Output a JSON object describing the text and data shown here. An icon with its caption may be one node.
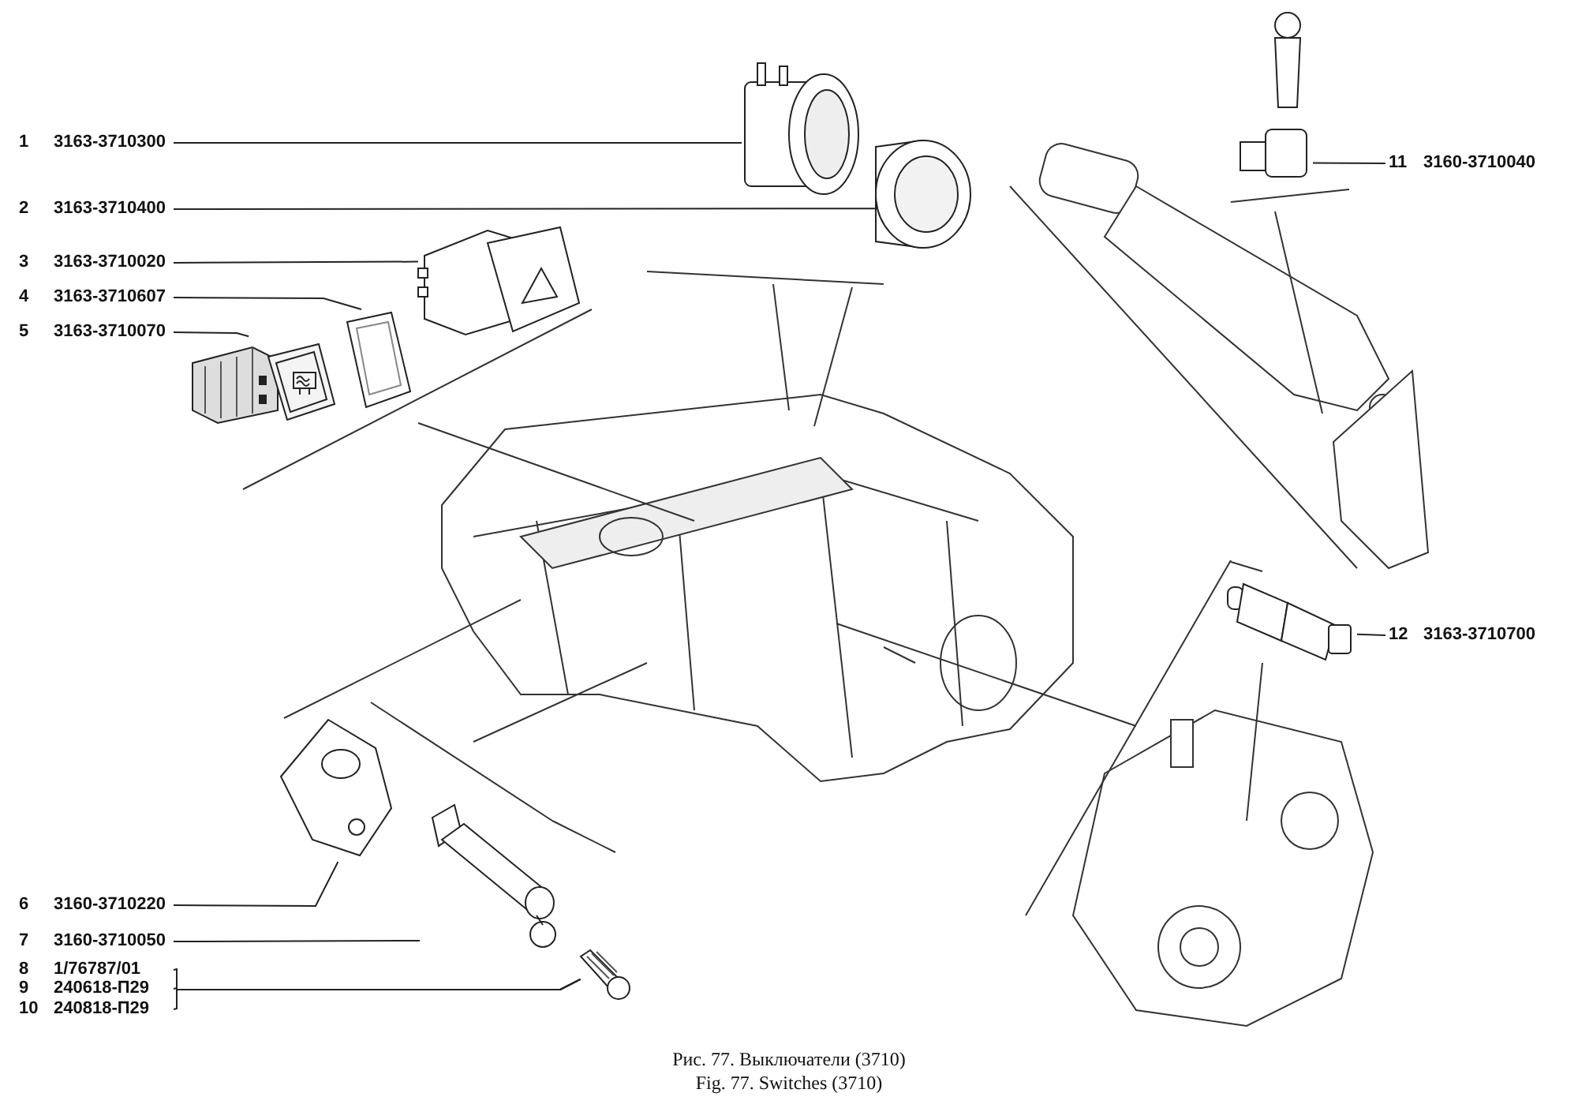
{
  "diagram": {
    "caption": "Рис. 77. Выключатели (3710)",
    "nodes": [
      {
        "text": [
          "1",
          "3163-3710300"
        ]
      },
      {
        "text": [
          "2",
          "3163-3710400"
        ]
      },
      {
        "text": [
          "3",
          "3163-3710020"
        ]
      },
      {
        "text": [
          "4",
          "3163-3710607"
        ]
      },
      {
        "text": [
          "5",
          "3163-3710070"
        ]
      },
      {
        "text": [
          "6",
          "3160-3710220"
        ]
      },
      {
        "text": [
          "7",
          "3160-3710050"
        ]
      },
      {
        "text": [
          "8",
          "1/76787/01"
        ]
      },
      {
        "text": [
          "9",
          "240618-П29"
        ]
      },
      {
        "text": [
          "10",
          "240818-П29"
        ]
      },
      {
        "text": [
          "11",
          "3160-3710040"
        ]
      },
      {
        "text": [
          "12",
          "3163-3710700"
        ]
      },
      {
        "text": [],
        "shape": "picture"
      },
      {
        "text": [],
        "shape": "picture"
      },
      {
        "text": [],
        "shape": "picture"
      },
      {
        "text": [],
        "shape": "picture"
      },
      {
        "text": [],
        "shape": "picture"
      },
      {
        "text": [],
        "shape": "picture"
      },
      {
        "text": [],
        "shape": "picture"
      },
      {
        "text": [],
        "shape": "picture"
      },
      {
        "text": [],
        "shape": "picture"
      },
      {
        "text": [],
        "shape": "picture"
      }
    ],
    "edges": [
      {
        "from": 0,
        "to": 12,
        "arrow": "none"
      },
      {
        "from": 1,
        "to": 13,
        "arrow": "none"
      },
      {
        "from": 2,
        "to": 14,
        "arrow": "none"
      },
      {
        "from": 3,
        "to": 15,
        "arrow": "none"
      },
      {
        "from": 4,
        "to": 16,
        "arrow": "none"
      },
      {
        "from": 5,
        "to": 17,
        "arrow": "none"
      },
      {
        "from": 6,
        "to": 18,
        "arrow": "none"
      },
      {
        "from": 7,
        "to": 19,
        "arrow": "none"
      },
      {
        "from": 8,
        "to": 19,
        "arrow": "none"
      },
      {
        "from": 9,
        "to": 19,
        "arrow": "none"
      },
      {
        "from": 10,
        "to": 20,
        "arrow": "none"
      },
      {
        "from": 11,
        "to": 21,
        "arrow": "none"
      }
    ],
    "labels": [
      "Fig. 77. Switches (3710)"
    ]
  }
}
